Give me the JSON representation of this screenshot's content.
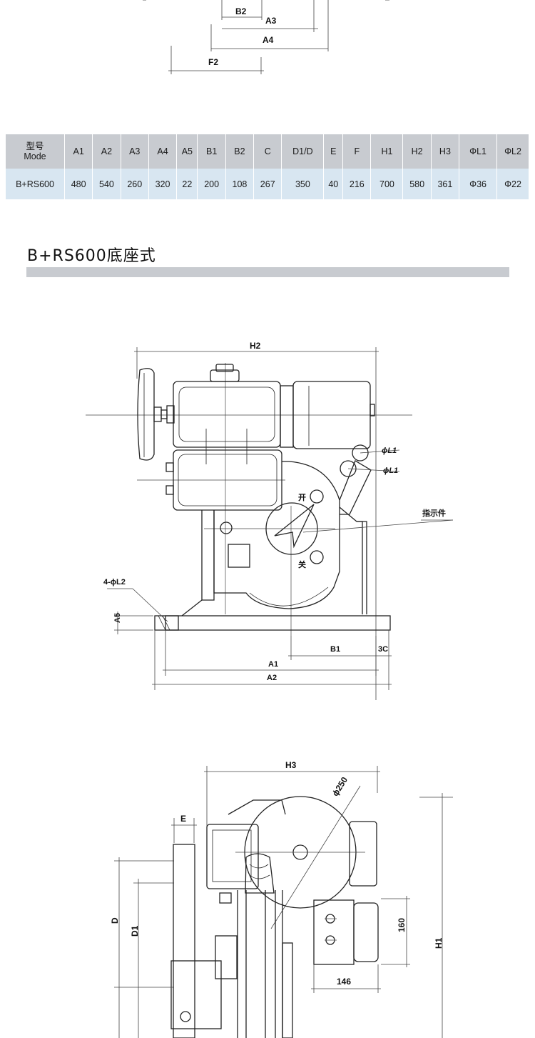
{
  "top_dims": {
    "b2": "B2",
    "a3": "A3",
    "a4": "A4",
    "f2": "F2"
  },
  "table": {
    "header_model_cn": "型号",
    "header_model_en": "Mode",
    "columns": [
      "A1",
      "A2",
      "A3",
      "A4",
      "A5",
      "B1",
      "B2",
      "C",
      "D1/D",
      "E",
      "F",
      "H1",
      "H2",
      "H3",
      "ΦL1",
      "ΦL2"
    ],
    "row_model": "B+RS600",
    "row_values": [
      "480",
      "540",
      "260",
      "320",
      "22",
      "200",
      "108",
      "267",
      "350",
      "40",
      "216",
      "700",
      "580",
      "361",
      "Φ36",
      "Φ22"
    ]
  },
  "section_title": "B+RS600底座式",
  "front_view": {
    "h2": "H2",
    "phi_l1_a": "ϕL1",
    "phi_l1_b": "ϕL1",
    "indicator": "指示件",
    "open": "开",
    "close": "关",
    "holes": "4-ϕL2",
    "a5": "A5",
    "b1": "B1",
    "c3": "3C",
    "a1": "A1",
    "a2": "A2"
  },
  "side_view": {
    "h3": "H3",
    "phi250": "ϕ250",
    "e": "E",
    "d": "D",
    "d1": "D1",
    "v160": "160",
    "h1": "H1",
    "v146": "146"
  },
  "colors": {
    "header_bg": "#c8cbd0",
    "row_bg": "#d8e6f1",
    "bar": "#c8cbd0"
  }
}
